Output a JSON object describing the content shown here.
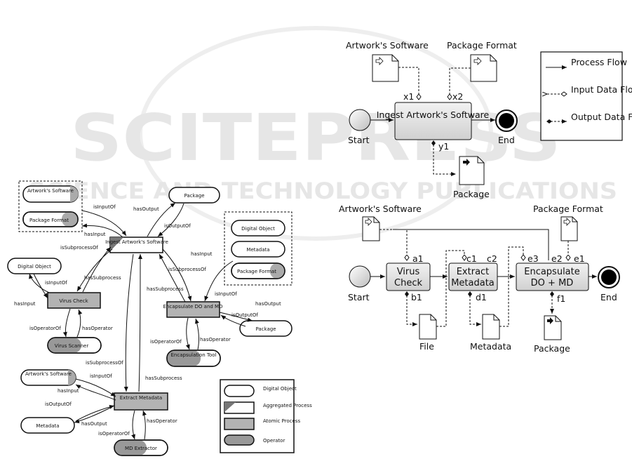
{
  "watermark": {
    "line1": "SCITEPRESS",
    "line2": "SCIENCE AND TECHNOLOGY PUBLICATIONS"
  },
  "left": {
    "nodes": {
      "artworks_software": "Artwork's Software",
      "package_format": "Package Format",
      "package_top": "Package",
      "ingest": "Ingest Artwork's Software",
      "digital_object_left": "Digital Object",
      "virus_check": "Virus Check",
      "virus_scanner": "Virus Scanner",
      "digital_object_right": "Digital Object",
      "metadata_right": "Metadata",
      "package_format_right": "Package Format",
      "encapsulate": "Encapsulate DO and MD",
      "package_right": "Package",
      "encapsulation_tool": "Encapsulation Tool",
      "artworks_software_bottom": "Artwork's Software",
      "extract_metadata": "Extract Metadata",
      "metadata_bottom": "Metadata",
      "md_extractor": "MD Extractor"
    },
    "edges": {
      "isInputOf_1": "isInputOf",
      "hasInput_1": "hasInput",
      "hasOutput_1": "hasOutput",
      "isOutputOf_1": "isOutputOf",
      "isSubprocessOf_1": "isSubprocessOf",
      "hasSubprocess_1": "hasSubprocess",
      "isInputOf_2": "isInputOf",
      "hasInput_2": "hasInput",
      "isOperatorOf_1": "isOperatorOf",
      "hasOperator_1": "hasOperator",
      "hasInput_3": "hasInput",
      "hasSubprocess_2": "hasSubprocess",
      "isSubprocessOf_2": "isSubprocessOf",
      "isInputOf_3": "isInputOf",
      "hasOutput_2": "hasOutput",
      "isOutputOf_2": "isOutputOf",
      "isOperatorOf_2": "isOperatorOf",
      "hasOperator_2": "hasOperator",
      "isSubprocessOf_3": "isSubprocessOf",
      "hasSubprocess_3": "hasSubprocess",
      "isInputOf_4": "isInputOf",
      "hasInput_4": "hasInput",
      "isOutputOf_3": "isOutputOf",
      "hasOutput_3": "hasOutput",
      "isOperatorOf_3": "isOperatorOf",
      "hasOperator_3": "hasOperator"
    },
    "legend": {
      "digital_object": "Digital Object",
      "aggregated_process": "Aggregated Process",
      "atomic_process": "Atomic Process",
      "operator": "Operator"
    }
  },
  "top_right": {
    "artworks_software": "Artwork's Software",
    "package_format": "Package Format",
    "x1": "x1",
    "x2": "x2",
    "y1": "y1",
    "start": "Start",
    "end": "End",
    "process": "Ingest Artwork's Software",
    "package": "Package",
    "legend": {
      "process_flow": "Process Flow",
      "input_data_flow": "Input Data Flow",
      "output_data_flow": "Output Data Flow"
    }
  },
  "bottom_right": {
    "artworks_software": "Artwork's Software",
    "package_format": "Package Format",
    "start": "Start",
    "end": "End",
    "virus_check": "Virus Check",
    "extract_metadata": "Extract Metadata",
    "encapsulate": "Encapsulate DO + MD",
    "a1": "a1",
    "b1": "b1",
    "c1": "c1",
    "c2": "c2",
    "d1": "d1",
    "e1": "e1",
    "e2": "e2",
    "e3": "e3",
    "f1": "f1",
    "file": "File",
    "metadata": "Metadata",
    "package": "Package"
  },
  "colors": {
    "process_fill": "#d9d9d9",
    "atomic_fill": "#b3b3b3",
    "operator_fill": "#999999",
    "watermark": "#e6e6e6"
  }
}
